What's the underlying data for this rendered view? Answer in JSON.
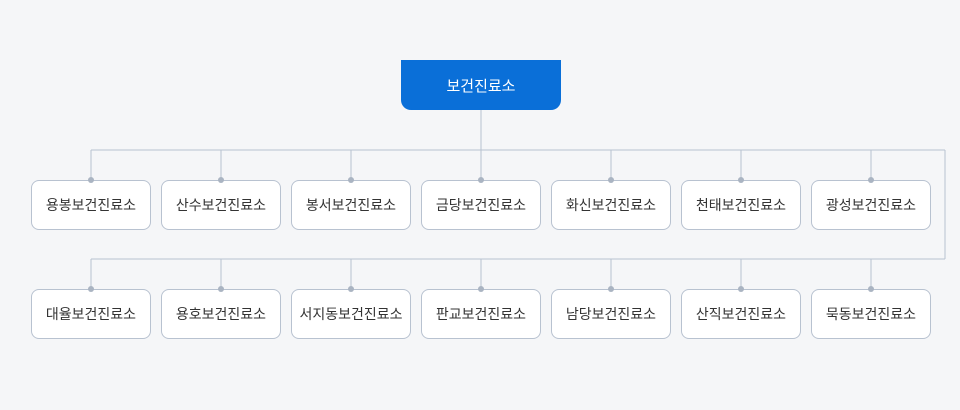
{
  "root": {
    "label": "보건진료소"
  },
  "row1": [
    {
      "label": "용봉보건진료소"
    },
    {
      "label": "산수보건진료소"
    },
    {
      "label": "봉서보건진료소"
    },
    {
      "label": "금당보건진료소"
    },
    {
      "label": "화신보건진료소"
    },
    {
      "label": "천태보건진료소"
    },
    {
      "label": "광성보건진료소"
    }
  ],
  "row2": [
    {
      "label": "대율보건진료소"
    },
    {
      "label": "용호보건진료소"
    },
    {
      "label": "서지동보건진료소"
    },
    {
      "label": "판교보건진료소"
    },
    {
      "label": "남당보건진료소"
    },
    {
      "label": "산직보건진료소"
    },
    {
      "label": "묵동보건진료소"
    }
  ],
  "colors": {
    "root_fill": "#0a6fd8",
    "node_border": "#b8c2d0",
    "connector": "#b8c2d0",
    "background": "#f5f6f8"
  }
}
